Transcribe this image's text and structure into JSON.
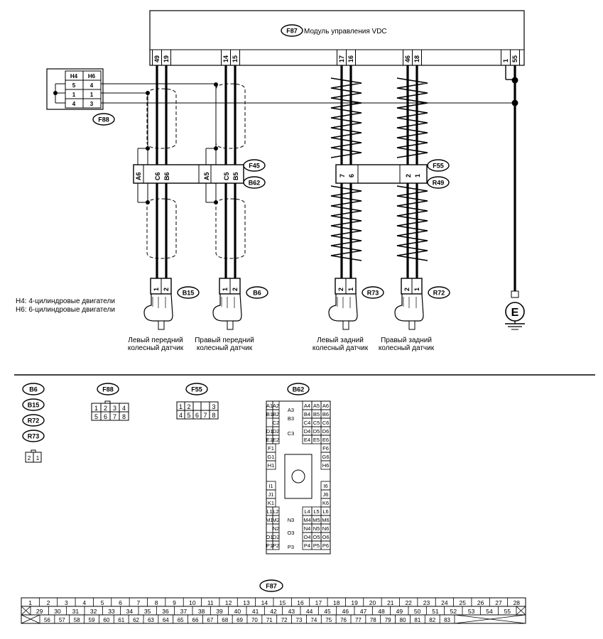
{
  "module": {
    "code": "F87",
    "title": "Модуль управления VDC",
    "pins": [
      "49",
      "19",
      "14",
      "15",
      "17",
      "16",
      "46",
      "18",
      "1",
      "55"
    ]
  },
  "connector_f88": {
    "code": "F88",
    "headers": [
      "H4",
      "H6"
    ],
    "rows": [
      [
        "5",
        "4"
      ],
      [
        "1",
        "1"
      ],
      [
        "4",
        "3"
      ]
    ]
  },
  "junction_left": {
    "codes": [
      "F45",
      "B62"
    ],
    "pins": [
      "A6",
      "C6",
      "B6",
      "A5",
      "C5",
      "B5"
    ]
  },
  "junction_right": {
    "codes": [
      "F55",
      "R49"
    ],
    "pins": [
      "7",
      "6",
      "2",
      "1"
    ]
  },
  "sensors": [
    {
      "code": "B15",
      "pins": [
        "1",
        "2"
      ],
      "label1": "Левый передний",
      "label2": "колесный датчик"
    },
    {
      "code": "B6",
      "pins": [
        "1",
        "2"
      ],
      "label1": "Правый передний",
      "label2": "колесный датчик"
    },
    {
      "code": "R73",
      "pins": [
        "2",
        "1"
      ],
      "label1": "Левый задний",
      "label2": "колесный датчик"
    },
    {
      "code": "R72",
      "pins": [
        "2",
        "1"
      ],
      "label1": "Правый задний",
      "label2": "колесный датчик"
    }
  ],
  "ground": {
    "symbol": "E"
  },
  "legend": {
    "h4": "H4: 4-цилиндровые двигатели",
    "h6": "H6: 6-цилиндровые двигатели"
  },
  "views": {
    "small": {
      "codes": [
        "B6",
        "B15",
        "R72",
        "R73"
      ],
      "pins": [
        "2",
        "1"
      ]
    },
    "f88": {
      "code": "F88",
      "row1": [
        "1",
        "2",
        "3",
        "4"
      ],
      "row2": [
        "5",
        "6",
        "7",
        "8"
      ]
    },
    "f55": {
      "code": "F55",
      "row1": [
        "1",
        "2",
        "",
        "3"
      ],
      "row2": [
        "4",
        "5",
        "6",
        "7",
        "8"
      ]
    },
    "b62": {
      "code": "B62",
      "cells": [
        "A1",
        "A2",
        "A3",
        "A4",
        "A5",
        "A6",
        "B1",
        "B2",
        "B3",
        "B4",
        "B5",
        "B6",
        "C2",
        "C3",
        "C4",
        "C5",
        "C6",
        "D1",
        "D2",
        "D4",
        "D5",
        "D6",
        "E1",
        "E2",
        "E4",
        "E5",
        "E6",
        "F1",
        "F6",
        "G1",
        "G6",
        "H1",
        "H6",
        "I1",
        "I6",
        "J1",
        "J6",
        "K1",
        "K6",
        "L1",
        "L2",
        "L4",
        "L5",
        "L6",
        "M1",
        "M2",
        "N3",
        "M4",
        "M5",
        "M6",
        "N2",
        "N4",
        "N5",
        "N6",
        "O1",
        "O2",
        "O3",
        "O4",
        "O5",
        "O6",
        "P1",
        "P2",
        "P3",
        "P4",
        "P5",
        "P6"
      ]
    },
    "f87": {
      "code": "F87",
      "row1": [
        "1",
        "2",
        "3",
        "4",
        "5",
        "6",
        "7",
        "8",
        "9",
        "10",
        "11",
        "12",
        "13",
        "14",
        "15",
        "16",
        "17",
        "18",
        "19",
        "20",
        "21",
        "22",
        "23",
        "24",
        "25",
        "26",
        "27",
        "28"
      ],
      "row2": [
        "29",
        "30",
        "31",
        "32",
        "33",
        "34",
        "35",
        "36",
        "37",
        "38",
        "39",
        "40",
        "41",
        "42",
        "43",
        "44",
        "45",
        "46",
        "47",
        "48",
        "49",
        "50",
        "51",
        "52",
        "53",
        "54",
        "55"
      ],
      "row3": [
        "56",
        "57",
        "58",
        "59",
        "60",
        "61",
        "62",
        "63",
        "64",
        "65",
        "66",
        "67",
        "68",
        "69",
        "70",
        "71",
        "72",
        "73",
        "74",
        "75",
        "76",
        "77",
        "78",
        "79",
        "80",
        "81",
        "82",
        "83"
      ]
    }
  }
}
